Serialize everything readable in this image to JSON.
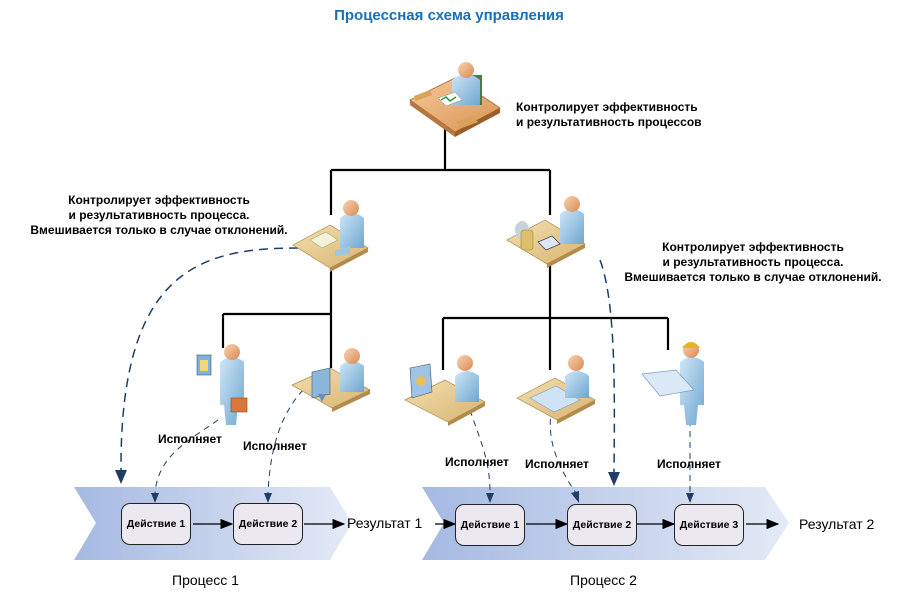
{
  "title": "Процессная схема управления",
  "top_manager": {
    "caption_line1": "Контролирует эффективность",
    "caption_line2": "и результативность процессов"
  },
  "process_owner_1": {
    "caption_line1": "Контролирует эффективность",
    "caption_line2": "и результативность процесса.",
    "caption_line3": "Вмешивается только в случае отклонений."
  },
  "process_owner_2": {
    "caption_line1": "Контролирует эффективность",
    "caption_line2": "и результативность процесса.",
    "caption_line3": "Вмешивается только в случае отклонений."
  },
  "executor_label": "Исполняет",
  "process1": {
    "label": "Процесс 1",
    "actions": [
      "Действие 1",
      "Действие 2"
    ],
    "result": "Результат 1"
  },
  "process2": {
    "label": "Процесс 2",
    "actions": [
      "Действие 1",
      "Действие 2",
      "Действие 3"
    ],
    "result": "Результат 2"
  },
  "colors": {
    "title": "#1a6fb5",
    "arrow_band_start": "#a3b8e0",
    "arrow_band_end": "#e3e9f5",
    "dashed_arrow": "#1f3d66",
    "action_fill": "#ebe8ef"
  }
}
